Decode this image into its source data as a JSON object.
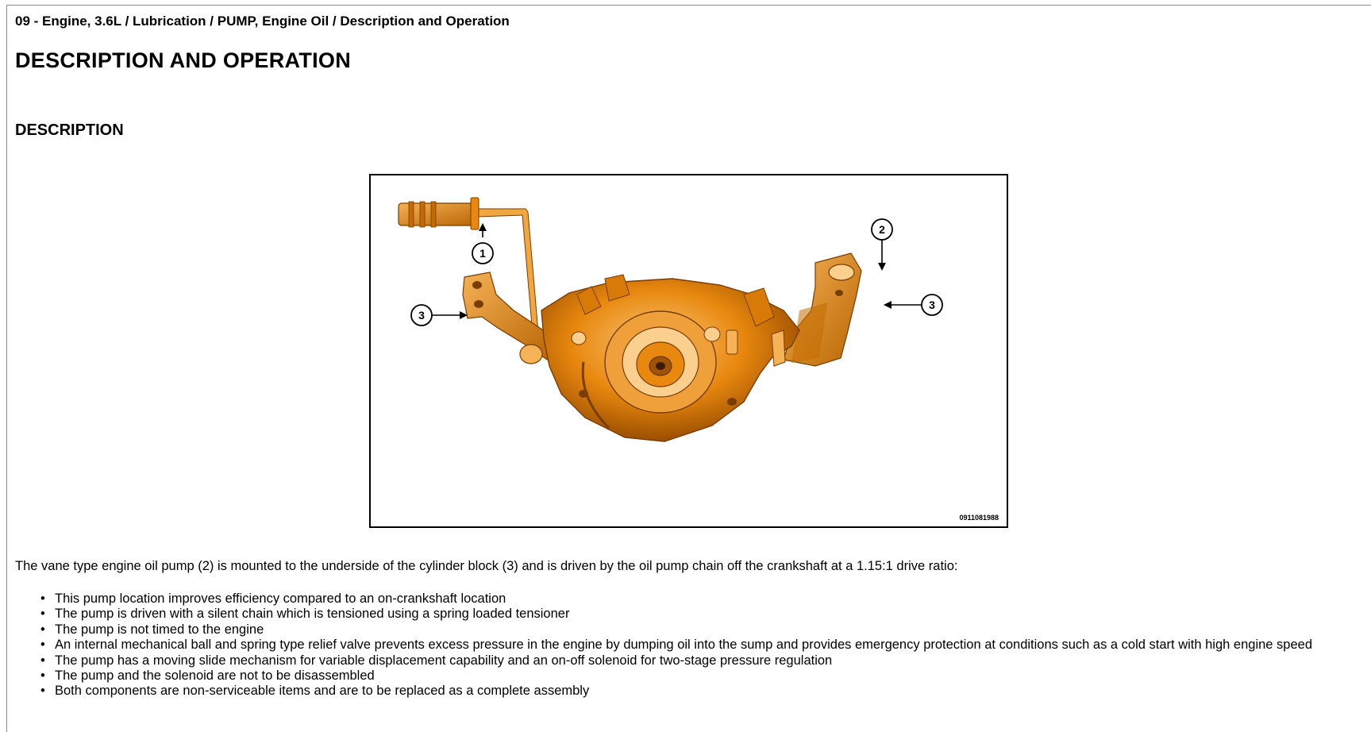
{
  "breadcrumb": "09 - Engine, 3.6L / Lubrication / PUMP, Engine Oil / Description and Operation",
  "title": "DESCRIPTION AND OPERATION",
  "section_title": "DESCRIPTION",
  "figure": {
    "code": "0911081988",
    "callouts": [
      "1",
      "2",
      "3",
      "3"
    ],
    "colors": {
      "part": "#e8880f",
      "part_dark": "#a05300",
      "part_light": "#f7b860"
    }
  },
  "paragraph": "The vane type engine oil pump (2) is mounted to the underside of the cylinder block (3) and is driven by the oil pump chain off the crankshaft at a 1.15:1 drive ratio:",
  "bullets": [
    "This pump location improves efficiency compared to an on-crankshaft location",
    "The pump is driven with a silent chain which is tensioned using a spring loaded tensioner",
    "The pump is not timed to the engine",
    "An internal mechanical ball and spring type relief valve prevents excess pressure in the engine by dumping oil into the sump and provides emergency protection at conditions such as a cold start with high engine speed",
    "The pump has a moving slide mechanism for variable displacement capability and an on-off solenoid for two-stage pressure regulation",
    "The pump and the solenoid are not to be disassembled",
    "Both components are non-serviceable items and are to be replaced as a complete assembly"
  ]
}
